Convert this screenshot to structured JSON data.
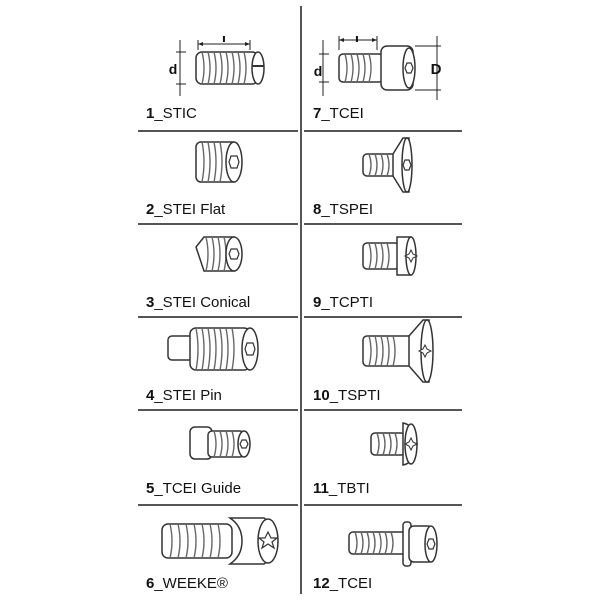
{
  "items": [
    {
      "num": "1",
      "name": "_STIC"
    },
    {
      "num": "2",
      "name": "_STEI Flat"
    },
    {
      "num": "3",
      "name": "_STEI Conical"
    },
    {
      "num": "4",
      "name": "_STEI Pin"
    },
    {
      "num": "5",
      "name": "_TCEI Guide"
    },
    {
      "num": "6",
      "name": "_WEEKE®"
    },
    {
      "num": "7",
      "name": "_TCEI"
    },
    {
      "num": "8",
      "name": "_TSPEI"
    },
    {
      "num": "9",
      "name": "_TCPTI"
    },
    {
      "num": "10",
      "name": "_TSPTI"
    },
    {
      "num": "11",
      "name": "_TBTI"
    },
    {
      "num": "12",
      "name": "_TCEI"
    }
  ],
  "dims": {
    "l": "L",
    "i": "I",
    "d_small": "d",
    "d_large": "D"
  }
}
